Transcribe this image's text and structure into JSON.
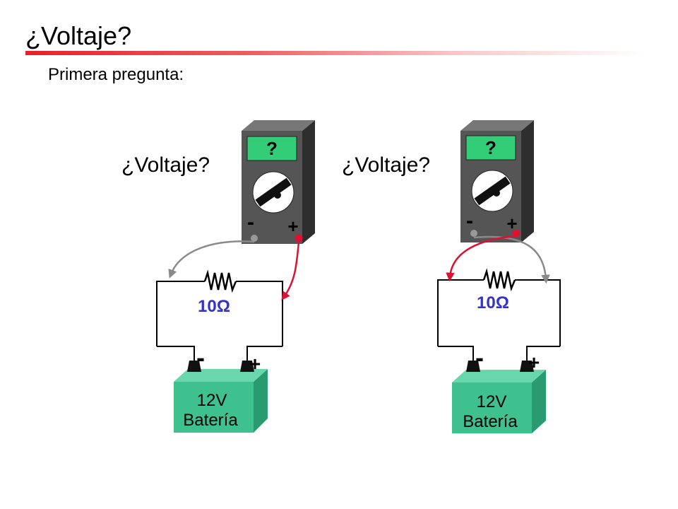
{
  "slide": {
    "title": "¿Voltaje?",
    "subtitle": "Primera pregunta:"
  },
  "colors": {
    "accent_bar": "#e8202a",
    "meter_body": "#555555",
    "meter_display": "#33cc77",
    "battery": "#3fc08f",
    "resistor_label": "#3333cc",
    "red_lead": "#dd1133",
    "gray_lead": "#8a8a8a"
  },
  "circuits": [
    {
      "question": "¿Voltaje?",
      "meter_display": "?",
      "meter_minus": "-",
      "meter_plus": "+",
      "resistor_label": "10Ω",
      "battery_voltage": "12V",
      "battery_label": "Batería",
      "terminal_minus": "-",
      "terminal_plus": "+"
    },
    {
      "question": "¿Voltaje?",
      "meter_display": "?",
      "meter_minus": "-",
      "meter_plus": "+",
      "resistor_label": "10Ω",
      "battery_voltage": "12V",
      "battery_label": "Batería",
      "terminal_minus": "-",
      "terminal_plus": "+"
    }
  ]
}
